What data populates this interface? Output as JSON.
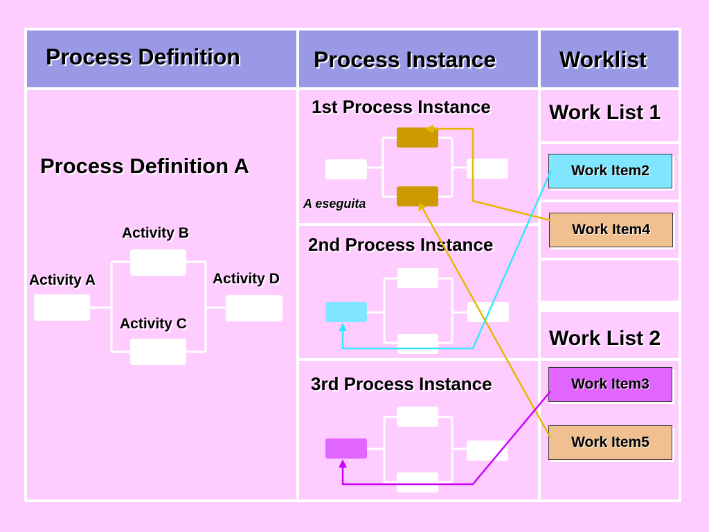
{
  "headers": {
    "process_definition": "Process Definition",
    "process_instance": "Process Instance",
    "worklist": "Worklist"
  },
  "definition": {
    "title": "Process Definition A",
    "activity_a": "Activity A",
    "activity_b": "Activity B",
    "activity_c": "Activity C",
    "activity_d": "Activity D"
  },
  "instances": {
    "first": "1st Process Instance",
    "second": "2nd Process Instance",
    "third": "3rd Process Instance",
    "executed_note": "A eseguita"
  },
  "worklists": {
    "list1": "Work List 1",
    "list2": "Work List 2",
    "item2": "Work Item2",
    "item4": "Work Item4",
    "item3": "Work Item3",
    "item5": "Work Item5"
  },
  "colors": {
    "background": "#ffccff",
    "header": "#9999e6",
    "activity_done": "#cc9900",
    "cyan": "#80e5ff",
    "magenta": "#e066ff",
    "tan": "#f0c090",
    "link_yellow": "#e6b800",
    "link_cyan": "#33e6ff",
    "link_magenta": "#cc00ff"
  }
}
